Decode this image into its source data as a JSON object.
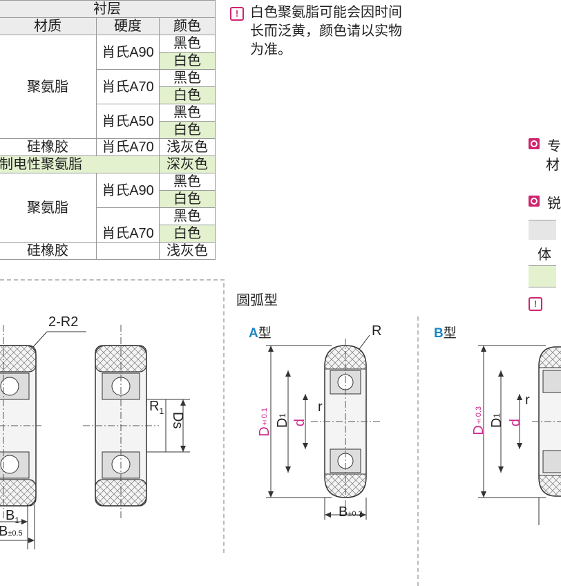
{
  "table": {
    "group_header": "衬层",
    "columns": [
      "材质",
      "硬度",
      "颜色"
    ],
    "rows": [
      {
        "material": "",
        "hardness": "肖氏A90",
        "color": "黑色"
      },
      {
        "material": "",
        "hardness": "",
        "color": "白色"
      },
      {
        "material": "聚氨脂",
        "hardness": "肖氏A70",
        "color": "黑色"
      },
      {
        "material": "",
        "hardness": "",
        "color": "白色"
      },
      {
        "material": "",
        "hardness": "肖氏A50",
        "color": "黑色"
      },
      {
        "material": "",
        "hardness": "",
        "color": "白色"
      },
      {
        "material": "硅橡胶",
        "hardness": "肖氏A70",
        "color": "浅灰色"
      },
      {
        "material": "制电性聚氨脂",
        "hardness": "",
        "color": "深灰色"
      },
      {
        "material": "",
        "hardness": "肖氏A90",
        "color": "黑色"
      },
      {
        "material": "聚氨脂",
        "hardness": "",
        "color": "白色"
      },
      {
        "material": "",
        "hardness": "",
        "color": "黑色"
      },
      {
        "material": "",
        "hardness": "肖氏A70",
        "color": "白色"
      },
      {
        "material": "硅橡胶",
        "hardness": "",
        "color": "浅灰色"
      }
    ]
  },
  "note": {
    "icon": "exclamation-icon",
    "line1": "白色聚氨脂可能会因时间",
    "line2": "长而泛黄，颜色请以实物",
    "line3": "为准。"
  },
  "right_edge": {
    "frag1": "专",
    "frag2": "材",
    "frag3": "锐",
    "frag4": "体",
    "frag5": "!"
  },
  "drawings": {
    "section_title": "圆弧型",
    "callout_2r2": "2-R2",
    "label_r1": "R",
    "label_r1_sub": "1",
    "label_ds": "Ds",
    "label_b1": "B",
    "label_b1_sub": "1",
    "label_b_left": "B",
    "label_b_left_tol": "±0.5",
    "type_a": "A",
    "type_b": "B",
    "type_suffix": "型",
    "label_r_cap": "R",
    "label_r_small": "r",
    "label_d_cap": "D",
    "label_d_tol_a": "±0.1",
    "label_d_tol_b": "±0.3",
    "label_d1": "D",
    "label_d1_sub": "1",
    "label_d_small": "d",
    "label_b_center": "B",
    "label_b_center_tol": "±0.2"
  },
  "colors": {
    "accent_pink": "#d0246d",
    "row_green": "#e3f1cf",
    "header_gray": "#ececec",
    "type_blue": "#1a86c8",
    "dim_magenta": "#cc2a8e"
  }
}
